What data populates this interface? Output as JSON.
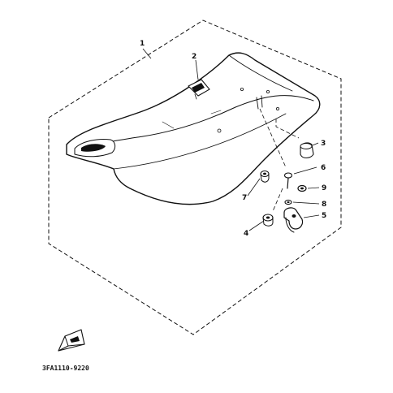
{
  "diagram": {
    "callouts": [
      {
        "id": "1",
        "label": "1"
      },
      {
        "id": "2",
        "label": "2"
      },
      {
        "id": "3",
        "label": "3"
      },
      {
        "id": "4",
        "label": "4"
      },
      {
        "id": "5",
        "label": "5"
      },
      {
        "id": "6",
        "label": "6"
      },
      {
        "id": "7",
        "label": "7"
      },
      {
        "id": "8",
        "label": "8"
      },
      {
        "id": "9",
        "label": "9"
      }
    ],
    "part_code": "3FA1110-9220",
    "icons": {
      "front_arrow": "front-direction-arrow-icon",
      "seat": "seat-assembly-icon"
    },
    "colors": {
      "ink": "#111111",
      "paper": "#ffffff"
    }
  }
}
